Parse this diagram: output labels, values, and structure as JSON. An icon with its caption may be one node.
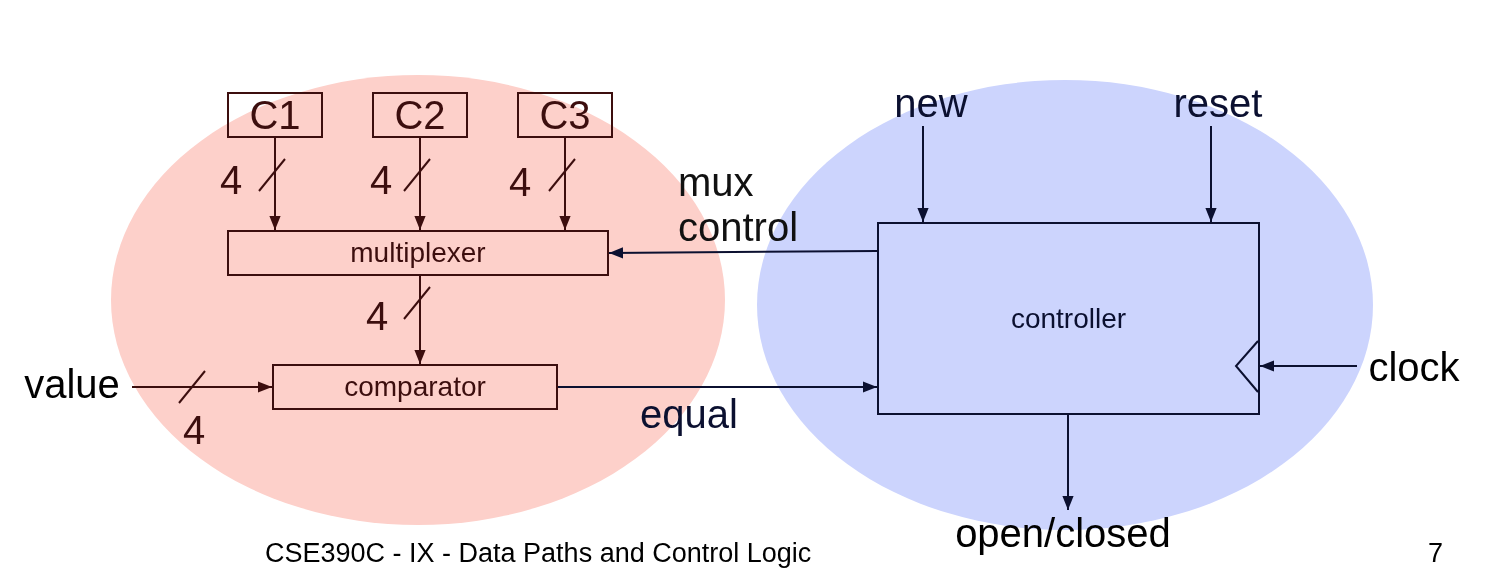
{
  "diagram": {
    "nodes": [
      {
        "text": [],
        "shape": "ellipse"
      },
      {
        "text": [
          "C1"
        ],
        "in": 0
      },
      {
        "text": [
          "C2"
        ],
        "in": 0
      },
      {
        "text": [
          "C3"
        ],
        "in": 0
      },
      {
        "text": [
          "multiplexer"
        ],
        "in": 0
      },
      {
        "text": [
          "comparator"
        ],
        "in": 0
      },
      {
        "text": [
          "value"
        ]
      },
      {
        "text": [],
        "shape": "ellipse"
      },
      {
        "text": [
          "controller"
        ],
        "in": 7
      },
      {
        "text": [
          "new"
        ],
        "in": 7
      },
      {
        "text": [
          "reset"
        ],
        "in": 7
      },
      {
        "text": [
          "clock"
        ]
      },
      {
        "text": [
          "open/closed"
        ]
      }
    ],
    "edges": [
      {
        "from": 1,
        "to": 4,
        "arrow": "to",
        "label": "4",
        "color": "#3c0e0e"
      },
      {
        "from": 2,
        "to": 4,
        "arrow": "to",
        "label": "4",
        "color": "#3c0e0e"
      },
      {
        "from": 3,
        "to": 4,
        "arrow": "to",
        "label": "4",
        "color": "#3c0e0e"
      },
      {
        "from": 4,
        "to": 5,
        "arrow": "to",
        "label": "4",
        "color": "#3c0e0e"
      },
      {
        "from": 6,
        "to": 5,
        "arrow": "to",
        "label": "4",
        "color": "#3c0e0e"
      },
      {
        "from": 8,
        "to": 4,
        "arrow": "to",
        "label": "mux control"
      },
      {
        "from": 5,
        "to": 8,
        "arrow": "to",
        "label": "equal"
      },
      {
        "from": 9,
        "to": 8,
        "arrow": "to"
      },
      {
        "from": 10,
        "to": 8,
        "arrow": "to"
      },
      {
        "from": 11,
        "to": 8,
        "arrow": "to"
      },
      {
        "from": 8,
        "to": 12,
        "arrow": "to"
      }
    ],
    "labels": [
      "CSE390C - IX - Data Paths and Control Logic",
      "7"
    ]
  }
}
